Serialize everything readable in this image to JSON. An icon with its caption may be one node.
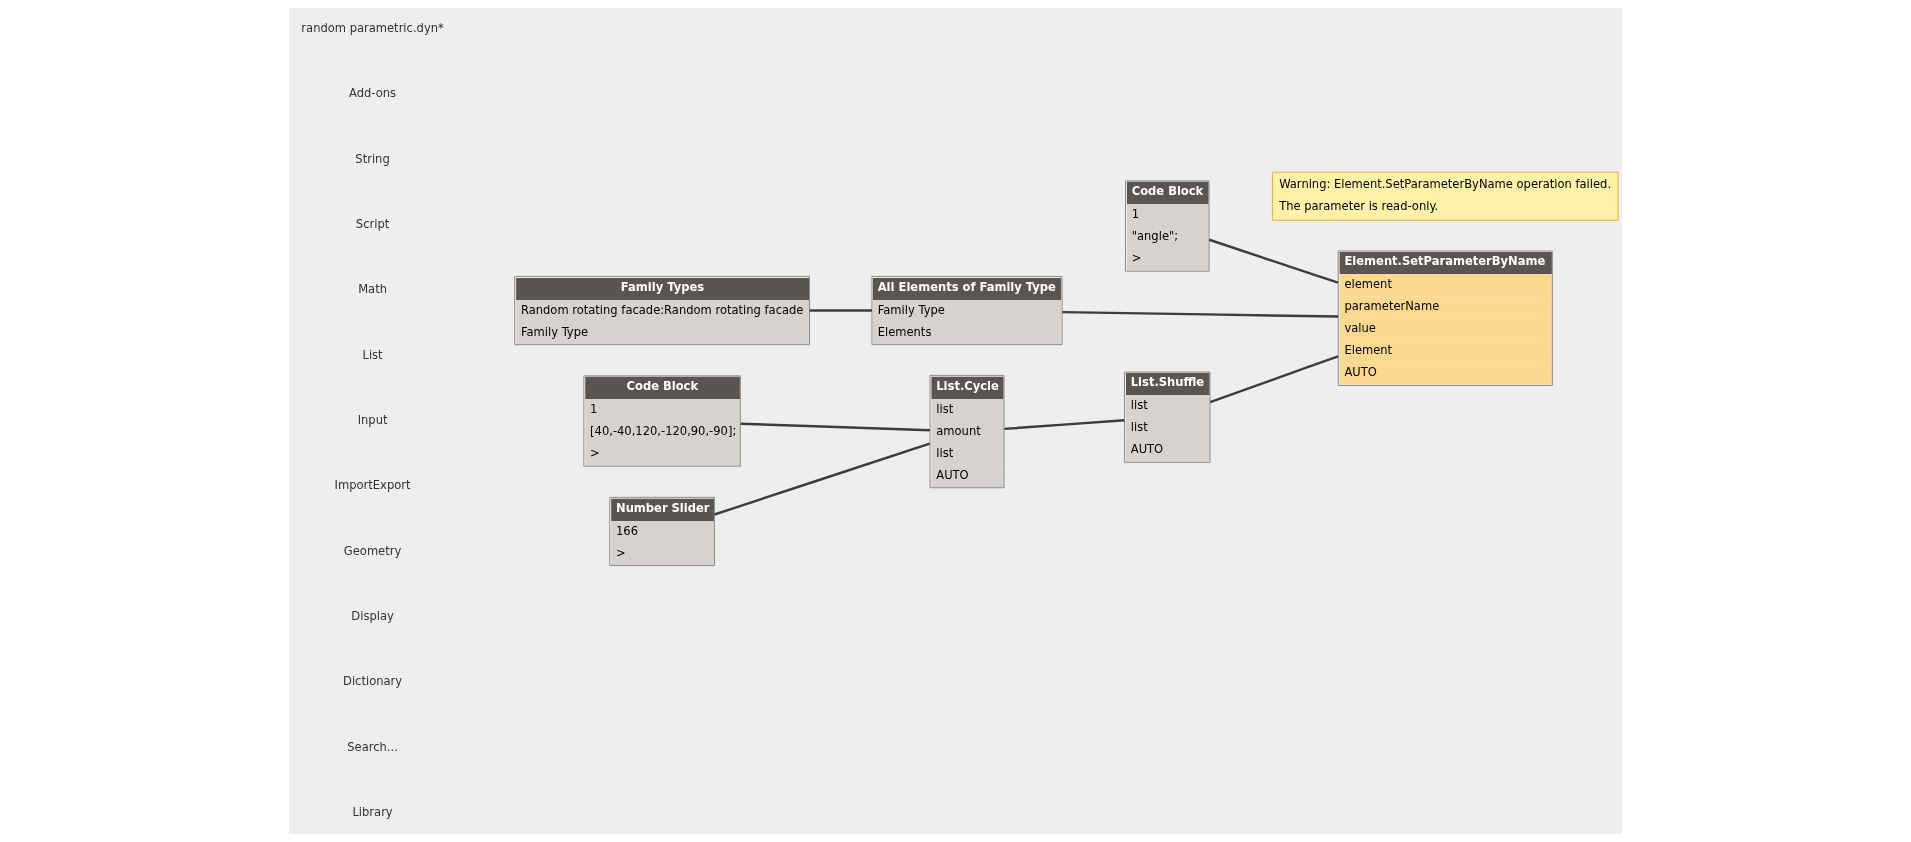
{
  "diagram": {
    "nodes": [
      {
        "text": [
          "Family Types",
          "Random rotating facade:Random rotating facade",
          "Family Type"
        ]
      },
      {
        "text": [
          "All Elements of Family Type",
          "Family Type",
          "Elements"
        ]
      },
      {
        "text": [
          "Element.SetParameterByName",
          "element",
          "parameterName",
          "value",
          "Element",
          "AUTO"
        ]
      },
      {
        "text": [
          "Warning: Element.SetParameterByName operation failed.",
          "The parameter is read-only."
        ]
      },
      {
        "text": [
          "Code Block",
          "1",
          "\"angle\";",
          ">"
        ]
      },
      {
        "text": [
          "Code Block",
          "1",
          "[40,-40,120,-120,90,-90];",
          ">"
        ]
      },
      {
        "text": [
          "List.Cycle",
          "list",
          "amount",
          "list",
          "AUTO"
        ]
      },
      {
        "text": [
          "List.Shuffle",
          "list",
          "list",
          "AUTO"
        ]
      },
      {
        "text": [
          "Number Slider",
          "166",
          ">"
        ]
      }
    ],
    "edges": [
      {
        "from": 0,
        "to": 1,
        "arrow": "none"
      },
      {
        "from": 1,
        "to": 2,
        "arrow": "none"
      },
      {
        "from": 4,
        "to": 2,
        "arrow": "none"
      },
      {
        "from": 7,
        "to": 2,
        "arrow": "none"
      },
      {
        "from": 5,
        "to": 6,
        "arrow": "none"
      },
      {
        "from": 8,
        "to": 6,
        "arrow": "none"
      },
      {
        "from": 6,
        "to": 7,
        "arrow": "none"
      }
    ],
    "labels": [
      "Library",
      "Search...",
      "Dictionary",
      "Display",
      "Geometry",
      "ImportExport",
      "Input",
      "List",
      "Math",
      "Script",
      "String",
      "Add-ons",
      "random parametric.dyn*"
    ]
  }
}
